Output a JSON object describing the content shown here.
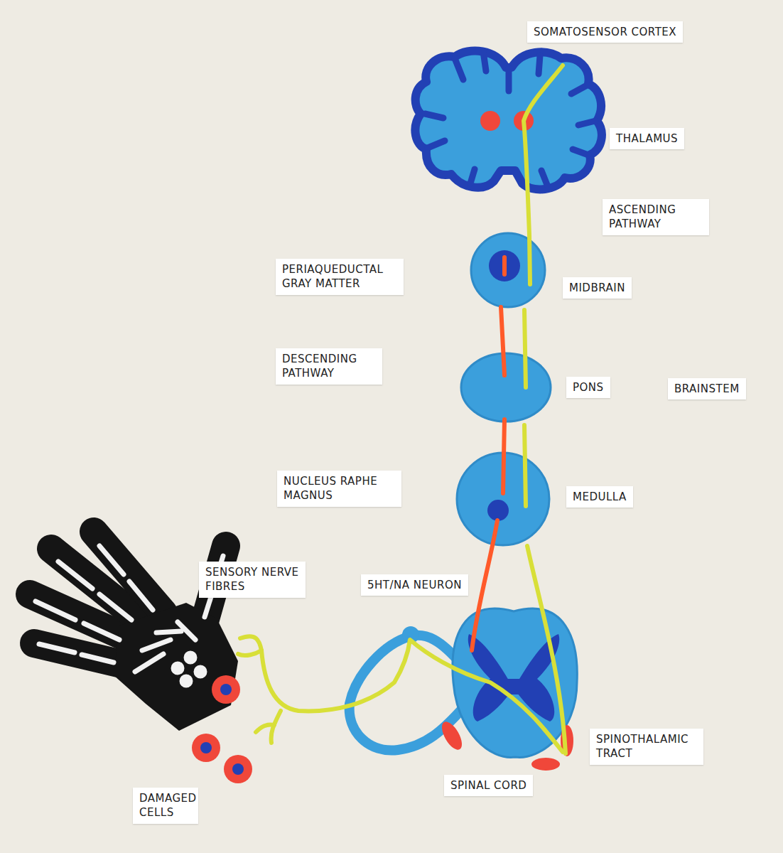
{
  "diagram": {
    "labels": [
      "SOMATOSENSOR CORTEX",
      "THALAMUS",
      "ASCENDING PATHWAY",
      "PERIAQUEDUCTAL GRAY MATTER",
      "MIDBRAIN",
      "DESCENDING PATHWAY",
      "PONS",
      "BRAINSTEM",
      "NUCLEUS RAPHE MAGNUS",
      "MEDULLA",
      "SENSORY NERVE FIBRES",
      "5HT/NA NEURON",
      "SPINOTHALAMIC TRACT",
      "SPINAL CORD",
      "DAMAGED CELLS"
    ]
  }
}
